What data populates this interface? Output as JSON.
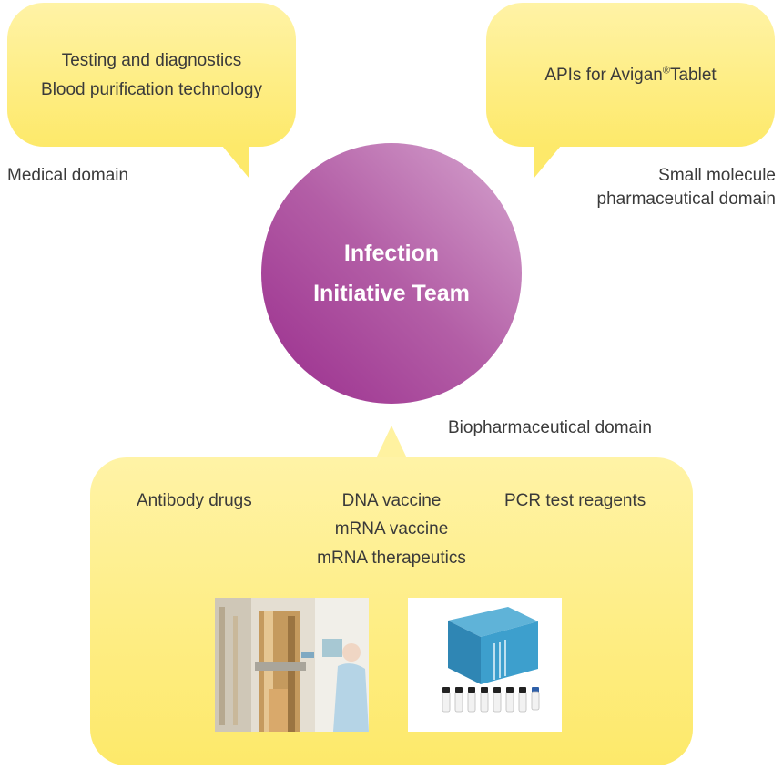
{
  "medical": {
    "items": [
      "Testing and diagnostics",
      "Blood purification technology"
    ],
    "domain_label": "Medical domain"
  },
  "small_molecule": {
    "item_main": "APIs for Avigan",
    "item_mark": "®",
    "item_tail": "Tablet",
    "domain_label_lines": [
      "Small molecule",
      "pharmaceutical domain"
    ]
  },
  "center": {
    "title_lines": [
      "Infection",
      "Initiative Team"
    ]
  },
  "bio": {
    "domain_label": "Biopharmaceutical domain",
    "col_left": "Antibody drugs",
    "col_mid": [
      "DNA vaccine",
      "mRNA vaccine",
      "mRNA therapeutics"
    ],
    "col_right": "PCR test reagents"
  },
  "colors": {
    "bubble_top": "#fff3a6",
    "bubble_bottom": "#fde96a",
    "circle_dark": "#9a2d8d",
    "circle_light": "#d6a5cf",
    "text": "#3a3a3a"
  }
}
